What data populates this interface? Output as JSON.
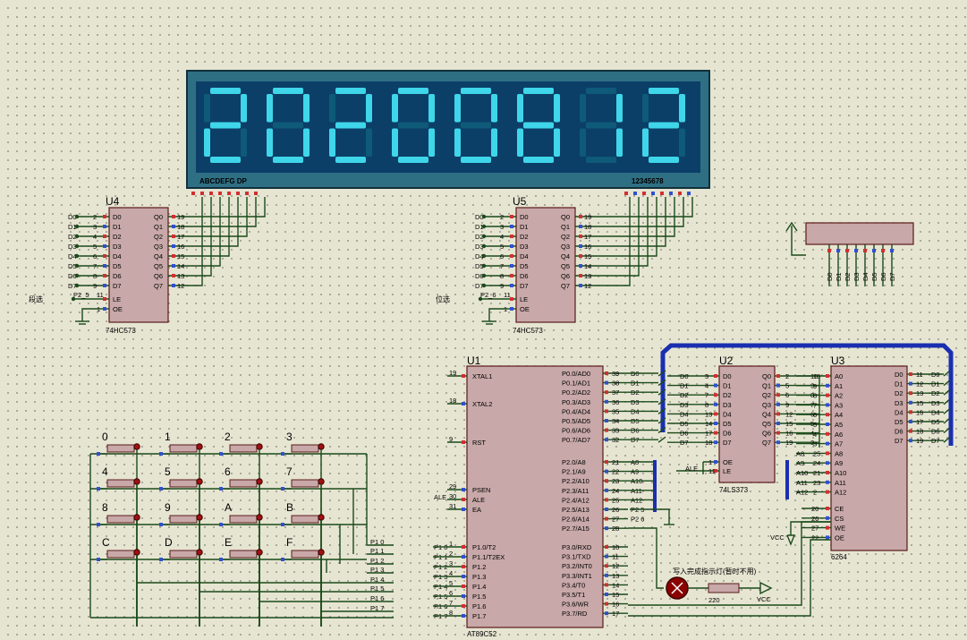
{
  "display": {
    "digits": [
      "2",
      "0",
      "2",
      "0",
      "0",
      "8",
      "1",
      "2"
    ],
    "segment_label": "ABCDEFG  DP",
    "digit_label": "12345678",
    "bg_color": "#0b3f68",
    "lit_color": "#3fd6ea",
    "unlit_color": "#0e5a78"
  },
  "u4": {
    "ref": "U4",
    "part": "74HC573",
    "le_label": "P2_5",
    "caption": "段选",
    "inputs": [
      "D0",
      "D1",
      "D2",
      "D3",
      "D4",
      "D5",
      "D6",
      "D7"
    ],
    "outputs": [
      "Q0",
      "Q1",
      "Q2",
      "Q3",
      "Q4",
      "Q5",
      "Q6",
      "Q7"
    ],
    "in_pins": [
      "2",
      "3",
      "4",
      "5",
      "6",
      "7",
      "8",
      "9"
    ],
    "out_pins": [
      "19",
      "18",
      "17",
      "16",
      "15",
      "14",
      "13",
      "12"
    ],
    "le_pin": "11",
    "oe_pin": "1"
  },
  "u5": {
    "ref": "U5",
    "part": "74HC573",
    "le_label": "P2_6",
    "caption": "位选",
    "inputs": [
      "D0",
      "D1",
      "D2",
      "D3",
      "D4",
      "D5",
      "D6",
      "D7"
    ],
    "outputs": [
      "Q0",
      "Q1",
      "Q2",
      "Q3",
      "Q4",
      "Q5",
      "Q6",
      "Q7"
    ],
    "in_pins": [
      "2",
      "3",
      "4",
      "5",
      "6",
      "7",
      "8",
      "9"
    ],
    "out_pins": [
      "19",
      "18",
      "17",
      "16",
      "15",
      "14",
      "13",
      "12"
    ],
    "le_pin": "11",
    "oe_pin": "1"
  },
  "u1": {
    "ref": "U1",
    "part": "AT89C52",
    "left_pins": [
      {
        "num": "19",
        "name": "XTAL1"
      },
      {
        "num": "18",
        "name": "XTAL2"
      },
      {
        "num": "9",
        "name": "RST"
      },
      {
        "num": "29",
        "name": "PSEN"
      },
      {
        "num": "30",
        "name": "ALE"
      },
      {
        "num": "31",
        "name": "EA"
      },
      {
        "num": "1",
        "name": "P1.0/T2"
      },
      {
        "num": "2",
        "name": "P1.1/T2EX"
      },
      {
        "num": "3",
        "name": "P1.2"
      },
      {
        "num": "4",
        "name": "P1.3"
      },
      {
        "num": "5",
        "name": "P1.4"
      },
      {
        "num": "6",
        "name": "P1.5"
      },
      {
        "num": "7",
        "name": "P1.6"
      },
      {
        "num": "8",
        "name": "P1.7"
      }
    ],
    "right_pins": [
      {
        "num": "39",
        "name": "P0.0/AD0",
        "net": "D0"
      },
      {
        "num": "38",
        "name": "P0.1/AD1",
        "net": "D1"
      },
      {
        "num": "37",
        "name": "P0.2/AD2",
        "net": "D2"
      },
      {
        "num": "36",
        "name": "P0.3/AD3",
        "net": "D3"
      },
      {
        "num": "35",
        "name": "P0.4/AD4",
        "net": "D4"
      },
      {
        "num": "34",
        "name": "P0.5/AD5",
        "net": "D5"
      },
      {
        "num": "33",
        "name": "P0.6/AD6",
        "net": "D6"
      },
      {
        "num": "32",
        "name": "P0.7/AD7",
        "net": "D7"
      },
      {
        "num": "21",
        "name": "P2.0/A8",
        "net": "A8"
      },
      {
        "num": "22",
        "name": "P2.1/A9",
        "net": "A9"
      },
      {
        "num": "23",
        "name": "P2.2/A10",
        "net": "A10"
      },
      {
        "num": "24",
        "name": "P2.3/A11",
        "net": "A11"
      },
      {
        "num": "25",
        "name": "P2.4/A12",
        "net": "A12"
      },
      {
        "num": "26",
        "name": "P2.5/A13",
        "net": "P2_5"
      },
      {
        "num": "27",
        "name": "P2.6/A14",
        "net": "P2_6"
      },
      {
        "num": "28",
        "name": "P2.7/A15",
        "net": ""
      },
      {
        "num": "10",
        "name": "P3.0/RXD",
        "net": ""
      },
      {
        "num": "11",
        "name": "P3.1/TXD",
        "net": ""
      },
      {
        "num": "12",
        "name": "P3.2/INT0",
        "net": ""
      },
      {
        "num": "13",
        "name": "P3.3/INT1",
        "net": ""
      },
      {
        "num": "14",
        "name": "P3.4/T0",
        "net": ""
      },
      {
        "num": "15",
        "name": "P3.5/T1",
        "net": ""
      },
      {
        "num": "16",
        "name": "P3.6/WR",
        "net": ""
      },
      {
        "num": "17",
        "name": "P3.7/RD",
        "net": ""
      }
    ],
    "p1_nets": [
      "P1_0",
      "P1_1",
      "P1_2",
      "P1_3",
      "P1_4",
      "P1_5",
      "P1_6",
      "P1_7"
    ],
    "ale_net": "ALE"
  },
  "u2": {
    "ref": "U2",
    "part": "74LS373",
    "inputs": [
      "D0",
      "D1",
      "D2",
      "D3",
      "D4",
      "D5",
      "D6",
      "D7"
    ],
    "outputs": [
      "Q0",
      "Q1",
      "Q2",
      "Q3",
      "Q4",
      "Q5",
      "Q6",
      "Q7"
    ],
    "in_pins": [
      "3",
      "4",
      "7",
      "8",
      "13",
      "14",
      "17",
      "18"
    ],
    "out_pins": [
      "2",
      "5",
      "6",
      "9",
      "12",
      "15",
      "16",
      "19"
    ],
    "oe_pin": "1",
    "le_pin": "11",
    "oe_name": "OE",
    "le_name": "LE"
  },
  "u3": {
    "ref": "U3",
    "part": "6264",
    "addr": [
      "A0",
      "A1",
      "A2",
      "A3",
      "A4",
      "A5",
      "A6",
      "A7",
      "A8",
      "A9",
      "A10",
      "A11",
      "A12"
    ],
    "addr_pins": [
      "10",
      "9",
      "8",
      "7",
      "6",
      "5",
      "4",
      "3",
      "25",
      "24",
      "21",
      "23",
      "2"
    ],
    "ctrl": [
      "CE",
      "CS",
      "WE",
      "OE"
    ],
    "ctrl_pins": [
      "20",
      "26",
      "27",
      "22"
    ],
    "data": [
      "D0",
      "D1",
      "D2",
      "D3",
      "D4",
      "D5",
      "D6",
      "D7"
    ],
    "data_pins": [
      "11",
      "12",
      "13",
      "15",
      "16",
      "17",
      "18",
      "19"
    ]
  },
  "keypad": {
    "keys": [
      "0",
      "1",
      "2",
      "3",
      "4",
      "5",
      "6",
      "7",
      "8",
      "9",
      "A",
      "B",
      "C",
      "D",
      "E",
      "F"
    ],
    "nets": [
      "P1_0",
      "P1_1",
      "P1_2",
      "P1_3",
      "P1_4",
      "P1_5",
      "P1_6",
      "P1_7"
    ]
  },
  "indicator": {
    "caption": "写入完成指示灯(暂时不用)",
    "resistor": "220",
    "vcc": "VCC"
  },
  "vcc_label": "VCC",
  "sip": {
    "pins": [
      "D0",
      "D1",
      "D2",
      "D3",
      "D4",
      "D5",
      "D6",
      "D7"
    ]
  }
}
